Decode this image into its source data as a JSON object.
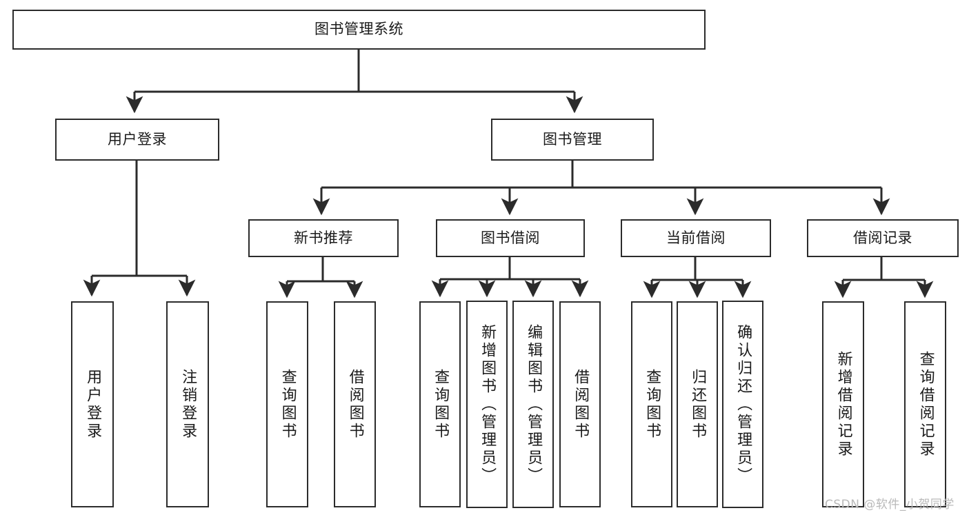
{
  "diagram": {
    "type": "tree-hierarchy",
    "title": "图书管理系统",
    "watermark": "CSDN @软件_小贺同学",
    "colors": {
      "background": "#ffffff",
      "node_border": "#2b2b2b",
      "node_fill": "#ffffff",
      "edge": "#2b2b2b",
      "text": "#1a1a1a",
      "watermark": "#b9b9b9"
    },
    "nodes": {
      "root": {
        "label": "图书管理系统",
        "level": 1,
        "orientation": "horizontal"
      },
      "l2": [
        {
          "id": "user-login",
          "label": "用户登录",
          "level": 2,
          "orientation": "horizontal"
        },
        {
          "id": "book-manage",
          "label": "图书管理",
          "level": 2,
          "orientation": "horizontal"
        }
      ],
      "l3": [
        {
          "id": "new-book-rec",
          "label": "新书推荐",
          "level": 3,
          "orientation": "horizontal"
        },
        {
          "id": "book-borrow",
          "label": "图书借阅",
          "level": 3,
          "orientation": "horizontal"
        },
        {
          "id": "current-borrow",
          "label": "当前借阅",
          "level": 3,
          "orientation": "horizontal"
        },
        {
          "id": "borrow-record",
          "label": "借阅记录",
          "level": 3,
          "orientation": "horizontal"
        }
      ],
      "leaves": [
        {
          "id": "leaf-user-login",
          "label": "用户登录",
          "parent": "user-login",
          "orientation": "vertical"
        },
        {
          "id": "leaf-logout",
          "label": "注销登录",
          "parent": "user-login",
          "orientation": "vertical"
        },
        {
          "id": "leaf-query-book-1",
          "label": "查询图书",
          "parent": "new-book-rec",
          "orientation": "vertical"
        },
        {
          "id": "leaf-borrow-book-1",
          "label": "借阅图书",
          "parent": "new-book-rec",
          "orientation": "vertical"
        },
        {
          "id": "leaf-query-book-2",
          "label": "查询图书",
          "parent": "book-borrow",
          "orientation": "vertical"
        },
        {
          "id": "leaf-add-book",
          "label": "新增图书（管理员）",
          "parent": "book-borrow",
          "orientation": "vertical"
        },
        {
          "id": "leaf-edit-book",
          "label": "编辑图书（管理员）",
          "parent": "book-borrow",
          "orientation": "vertical"
        },
        {
          "id": "leaf-borrow-book-2",
          "label": "借阅图书",
          "parent": "book-borrow",
          "orientation": "vertical"
        },
        {
          "id": "leaf-query-book-3",
          "label": "查询图书",
          "parent": "current-borrow",
          "orientation": "vertical"
        },
        {
          "id": "leaf-return-book",
          "label": "归还图书",
          "parent": "current-borrow",
          "orientation": "vertical"
        },
        {
          "id": "leaf-confirm-return",
          "label": "确认归还（管理员）",
          "parent": "current-borrow",
          "orientation": "vertical"
        },
        {
          "id": "leaf-add-record",
          "label": "新增借阅记录",
          "parent": "borrow-record",
          "orientation": "vertical"
        },
        {
          "id": "leaf-query-record",
          "label": "查询借阅记录",
          "parent": "borrow-record",
          "orientation": "vertical"
        }
      ]
    }
  }
}
